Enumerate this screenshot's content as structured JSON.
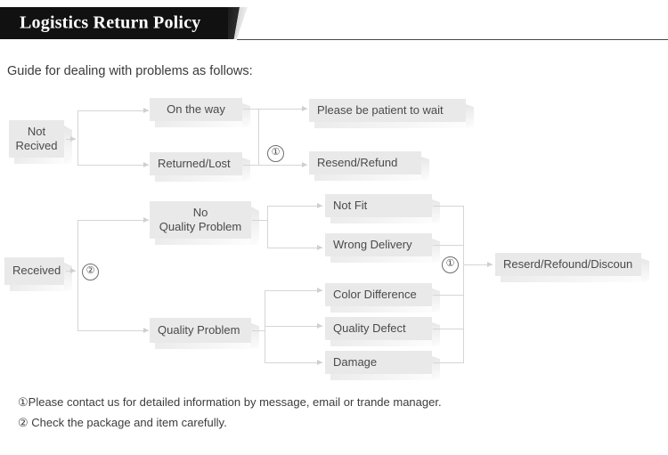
{
  "header": {
    "title": "Logistics Return Policy"
  },
  "guide": {
    "text": "Guide for dealing with problems as follows:"
  },
  "flow": {
    "not_received": {
      "line1": "Not",
      "line2": "Recived",
      "label": "Not Recived"
    },
    "on_the_way": "On the way",
    "returned_lost": "Returned/Lost",
    "please_wait": "Please be patient to wait",
    "resend_refund": "Resend/Refund",
    "received": "Received",
    "no_quality_problem": {
      "line1": "No",
      "line2": "Quality Problem",
      "label": "No Quality Problem"
    },
    "quality_problem": "Quality Problem",
    "not_fit": "Not Fit",
    "wrong_delivery": "Wrong Delivery",
    "color_difference": "Color Difference",
    "quality_defect": "Quality Defect",
    "damage": "Damage",
    "final_outcome": "Reserd/Refound/Discoun"
  },
  "markers": {
    "one_top": "①",
    "two_left": "②",
    "one_right": "①"
  },
  "notes": {
    "note1": "①Please contact us for detailed information by message, email or trande manager.",
    "note2": "② Check the package and item carefully."
  },
  "colors": {
    "banner_bg": "#111111",
    "banner_text": "#ffffff",
    "box_bg": "#e9e9e9",
    "box_text": "#4a4a4a",
    "connector": "#d5d5d8",
    "page_bg": "#ffffff"
  }
}
